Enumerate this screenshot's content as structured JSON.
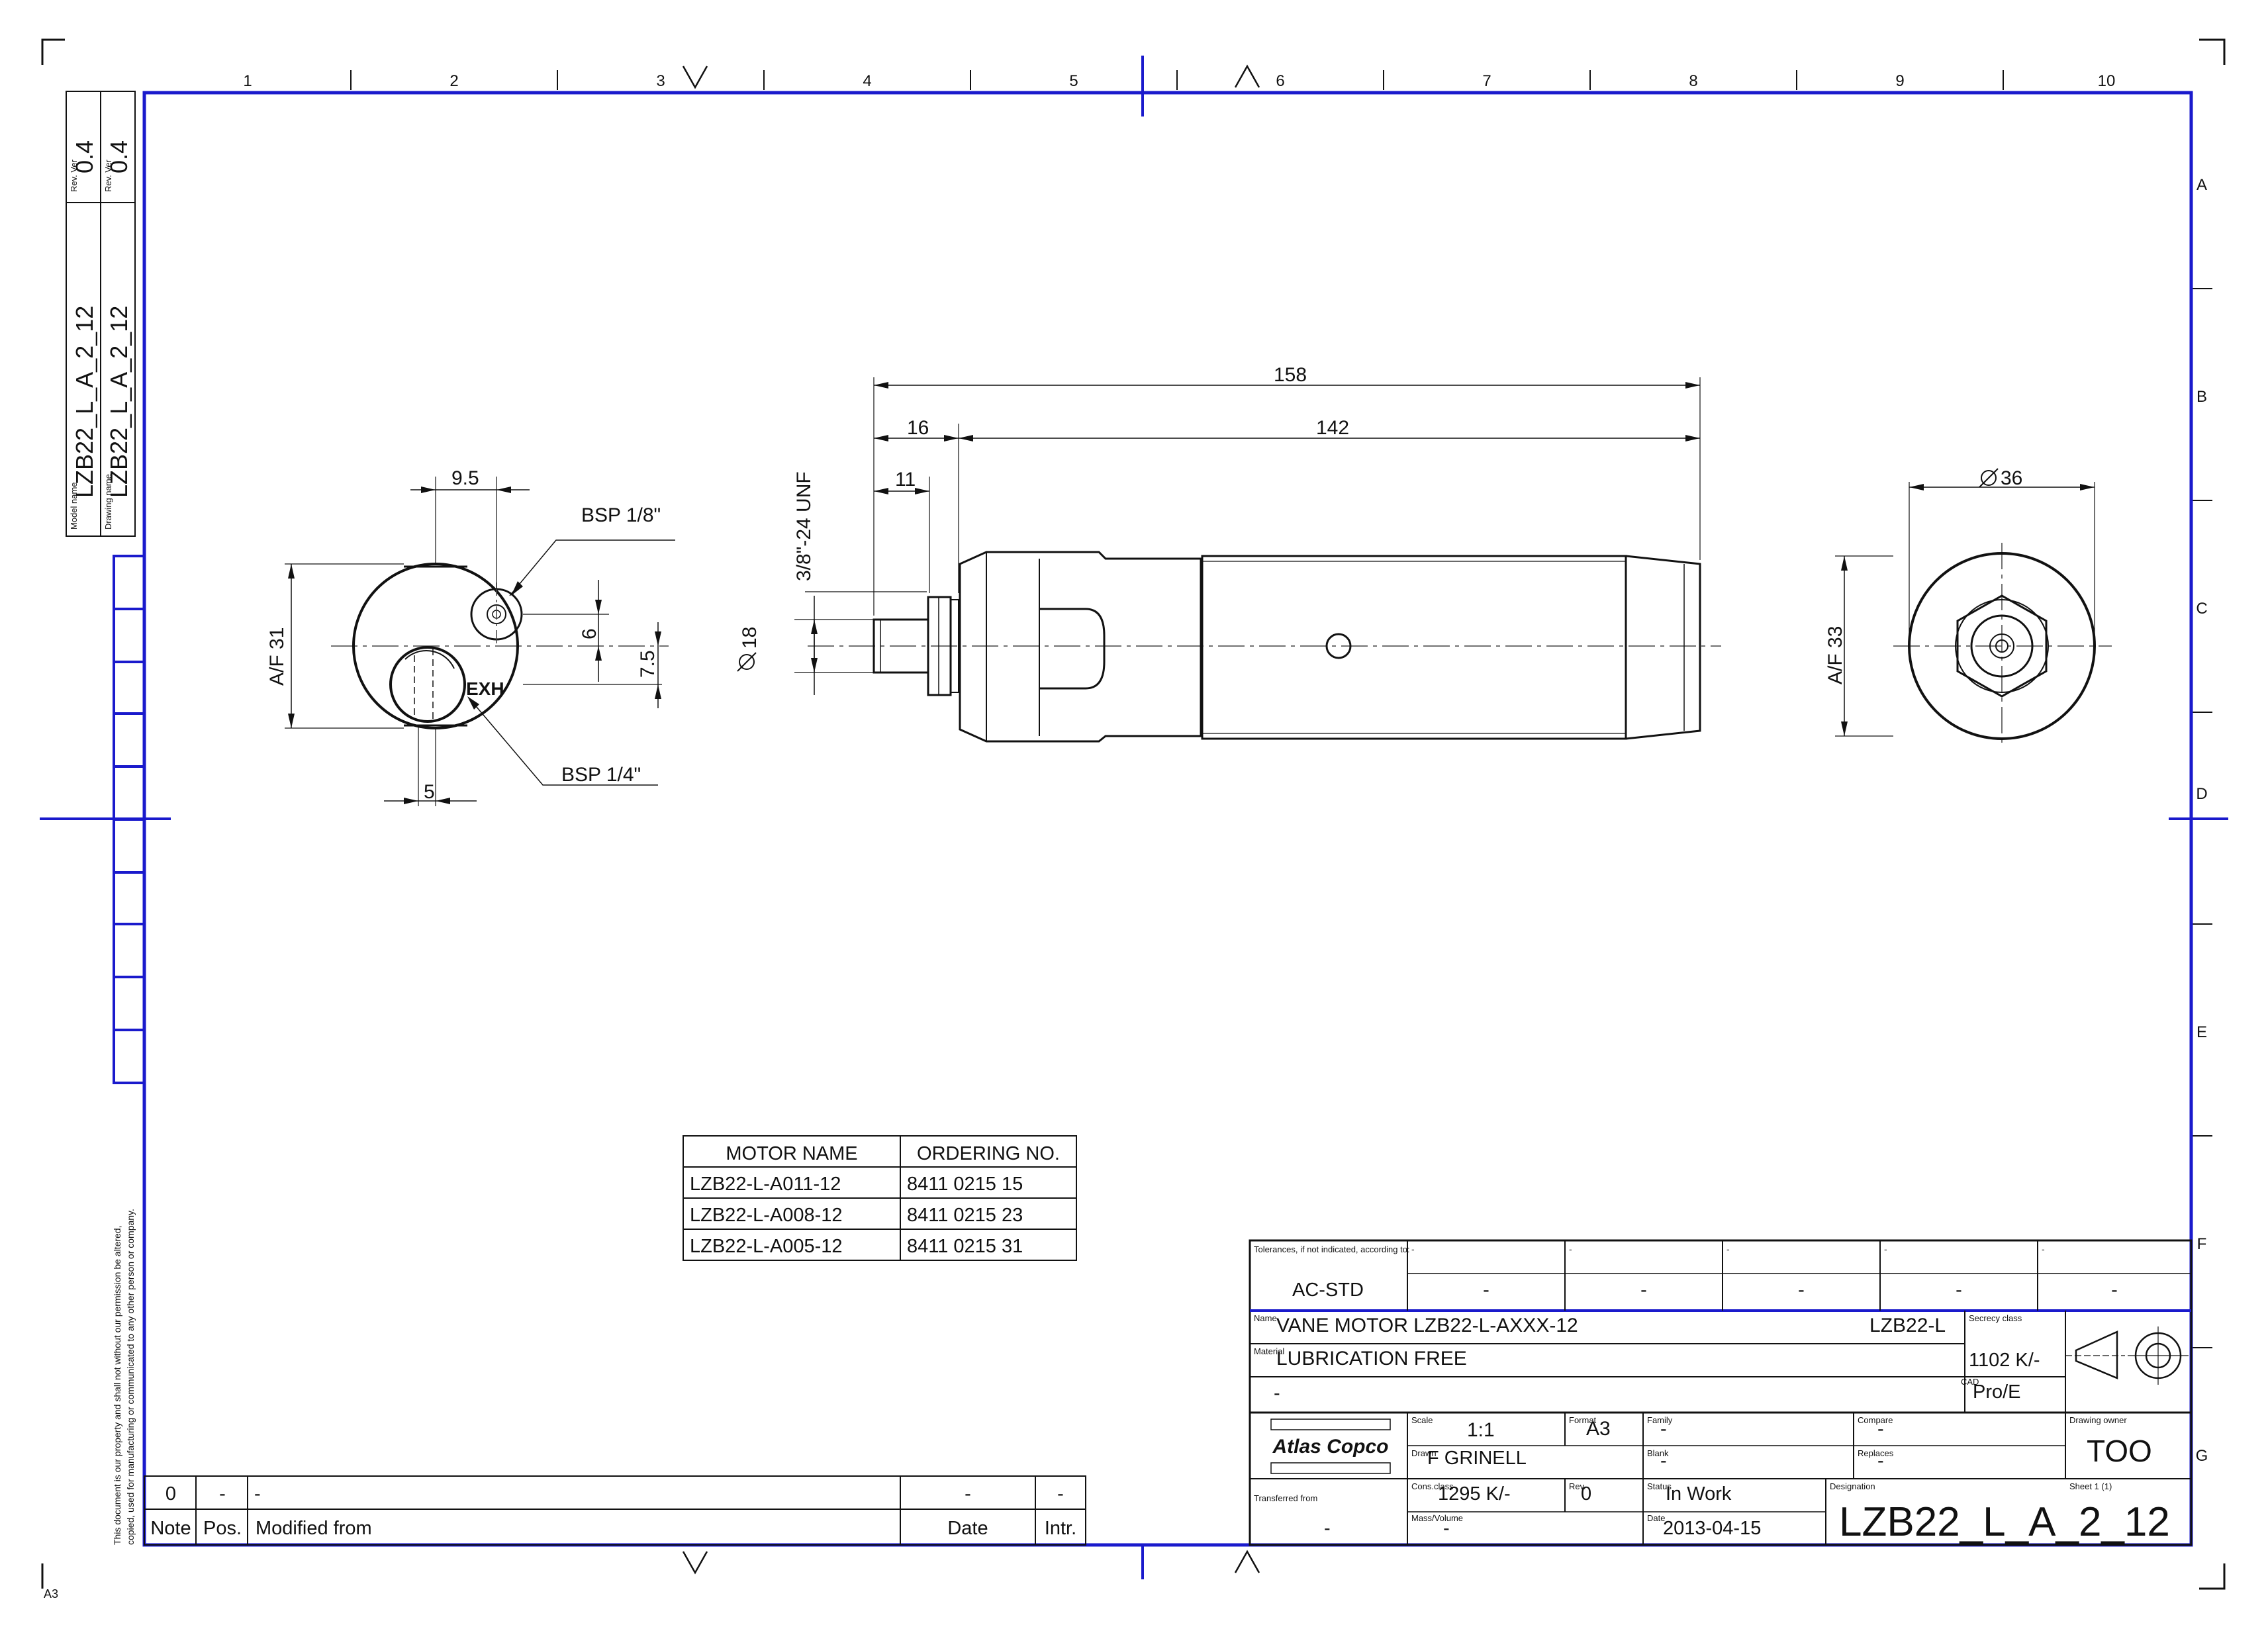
{
  "colors": {
    "frame": "#1a1acc",
    "line": "#111111",
    "center": "#444444",
    "paper": "#ffffff"
  },
  "grid": {
    "columns": [
      "1",
      "2",
      "3",
      "4",
      "5",
      "6",
      "7",
      "8",
      "9",
      "10"
    ],
    "rows": [
      "A",
      "B",
      "C",
      "D",
      "E",
      "F",
      "G"
    ]
  },
  "side_labels": {
    "model_name_label": "Model name",
    "model_name": "LZB22_L_A_2_12",
    "drawing_name_label": "Drawing name",
    "drawing_name": "LZB22_L_A_2_12",
    "rev_label_1": "Rev. Ver",
    "rev_1": "0.4",
    "rev_label_2": "Rev. Ver",
    "rev_2": "0.4",
    "copyright_line1": "This document is our property and shall not without our permission be altered,",
    "copyright_line2": "copied, used for manufacturing or communicated to any other person or company."
  },
  "end_view": {
    "dim_9_5": "9.5",
    "bsp_1_8": "BSP 1/8\"",
    "af_31": "A/F 31",
    "dim_6": "6",
    "dim_7_5": "7.5",
    "exh": "EXH",
    "bsp_1_4": "BSP 1/4\"",
    "dim_5": "5"
  },
  "side_view": {
    "dim_158": "158",
    "dim_16": "16",
    "dim_142": "142",
    "dim_11": "11",
    "thread": "3/8\"-24 UNF",
    "dia_18": "18"
  },
  "right_view": {
    "dia_36": "36",
    "af_33": "A/F 33"
  },
  "motor_table": {
    "headers": [
      "MOTOR NAME",
      "ORDERING NO."
    ],
    "rows": [
      [
        "LZB22-L-A011-12",
        "8411 0215 15"
      ],
      [
        "LZB22-L-A008-12",
        "8411 0215 23"
      ],
      [
        "LZB22-L-A005-12",
        "8411 0215 31"
      ]
    ]
  },
  "revision_block": {
    "values": [
      "0",
      "-",
      "-",
      "-",
      "-"
    ],
    "headers": [
      "Note",
      "Pos.",
      "Modified from",
      "Date",
      "Intr."
    ]
  },
  "title_block": {
    "tolerances_label": "Tolerances, if not indicated, according to:",
    "tolerances_value": "AC-STD",
    "tol_small": [
      "-",
      "-",
      "-",
      "-",
      "-"
    ],
    "tol_values": [
      "-",
      "-",
      "-",
      "-",
      "-"
    ],
    "name_label": "Name",
    "name_value": "VANE MOTOR LZB22-L-AXXX-12",
    "name_code": "LZB22-L",
    "secrecy_label": "Secrecy class",
    "secrecy_value": "1102 K/-",
    "material_label": "Material",
    "material_value": "LUBRICATION FREE",
    "material_extra": "-",
    "cad_label": "CAD",
    "cad_value": "Pro/E",
    "logo": "Atlas Copco",
    "scale_label": "Scale",
    "scale_value": "1:1",
    "format_label": "Format",
    "format_value": "A3",
    "family_label": "Family",
    "family_value": "-",
    "compare_label": "Compare",
    "compare_value": "-",
    "drawing_owner_label": "Drawing owner",
    "drawing_owner_value": "TOO",
    "drawn_label": "Drawn",
    "drawn_value": "F GRINELL",
    "blank_label": "Blank",
    "blank_value": "-",
    "replaces_label": "Replaces",
    "replaces_value": "-",
    "transferred_label": "Transferred from",
    "transferred_value": "-",
    "cons_label": "Cons.class",
    "cons_value": "1295 K/-",
    "rev_label": "Rev.",
    "rev_value": "0",
    "status_label": "Status",
    "status_value": "In Work",
    "designation_label": "Designation",
    "sheet_label": "Sheet 1 (1)",
    "mass_label": "Mass/Volume",
    "mass_value": "-",
    "date_label": "Date",
    "date_value": "2013-04-15",
    "designation_value": "LZB22_L_A_2_12"
  },
  "corner_mark": "A3"
}
